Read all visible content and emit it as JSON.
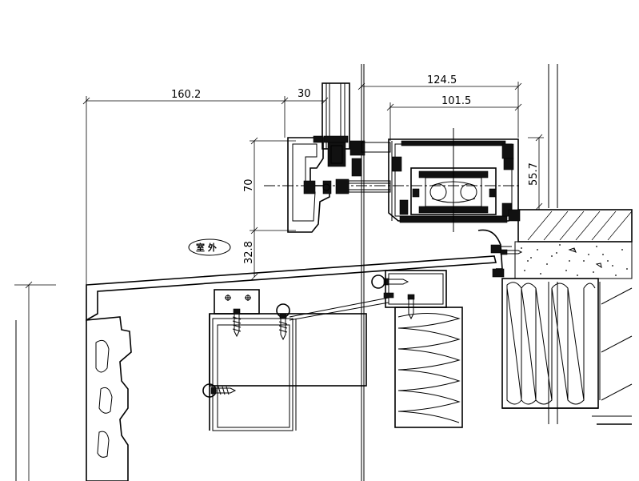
{
  "drawing": {
    "dimensions": {
      "d_160_2": "160.2",
      "d_30": "30",
      "d_124_5": "124.5",
      "d_101_5": "101.5",
      "d_55_7": "55.7",
      "d_70": "70",
      "d_32_8": "32.8"
    },
    "labels": {
      "exterior": "室 外"
    }
  }
}
